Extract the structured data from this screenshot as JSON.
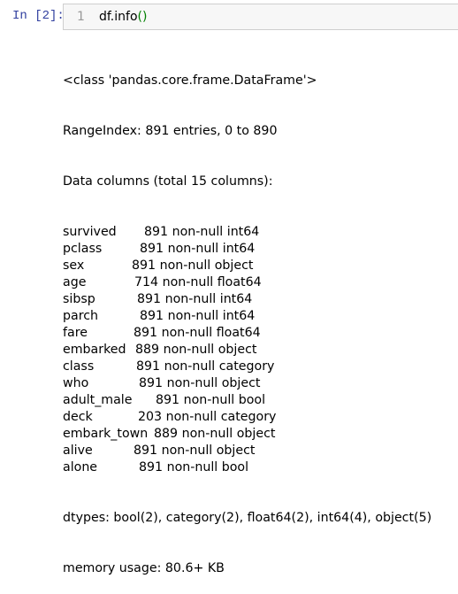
{
  "cell": {
    "prompt": "In [2]:",
    "line_number": "1",
    "code": {
      "object": "df",
      "method": ".info",
      "parens": "()"
    }
  },
  "output": {
    "header_lines": [
      "<class 'pandas.core.frame.DataFrame'>",
      "RangeIndex: 891 entries, 0 to 890",
      "Data columns (total 15 columns):"
    ],
    "columns": [
      {
        "name": "survived",
        "info": "891 non-null int64"
      },
      {
        "name": "pclass",
        "info": "891 non-null int64"
      },
      {
        "name": "sex",
        "info": "891 non-null object"
      },
      {
        "name": "age",
        "info": "714 non-null float64"
      },
      {
        "name": "sibsp",
        "info": "891 non-null int64"
      },
      {
        "name": "parch",
        "info": "891 non-null int64"
      },
      {
        "name": "fare",
        "info": "891 non-null float64"
      },
      {
        "name": "embarked",
        "info": "889 non-null object"
      },
      {
        "name": "class",
        "info": "891 non-null category"
      },
      {
        "name": "who",
        "info": "891 non-null object"
      },
      {
        "name": "adult_male",
        "info": "891 non-null bool"
      },
      {
        "name": "deck",
        "info": "203 non-null category"
      },
      {
        "name": "embark_town",
        "info": "889 non-null object"
      },
      {
        "name": "alive",
        "info": "891 non-null object"
      },
      {
        "name": "alone",
        "info": "891 non-null bool"
      }
    ],
    "footer_lines": [
      "dtypes: bool(2), category(2), float64(2), int64(4), object(5)",
      "memory usage: 80.6+ KB"
    ]
  }
}
